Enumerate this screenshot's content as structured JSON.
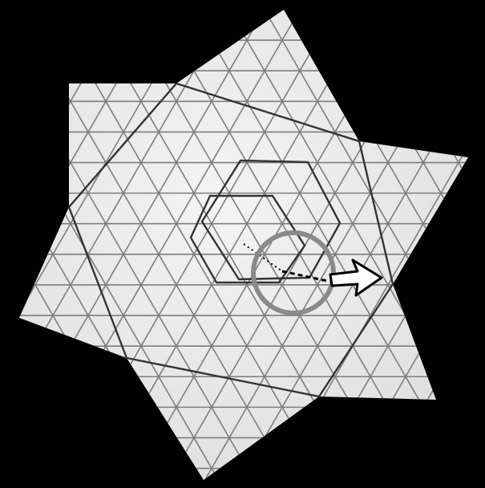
{
  "scene": {
    "subject": "hexagram-triangle-grid-photo",
    "colors": {
      "background": "#020202",
      "paper": "#eeeeee",
      "paper_shadow": "#c9c9c9",
      "grid_lines": "#7d7d7d",
      "seam_lines": "#333333",
      "highlight_circle": "#8a8a8a",
      "arrow_stroke": "#000000",
      "arrow_fill": "#ffffff",
      "guide_dots": "#000000"
    },
    "icons": [
      "highlight-circle",
      "right-arrow-icon",
      "dotted-guide-line",
      "dashed-guide-line"
    ]
  }
}
